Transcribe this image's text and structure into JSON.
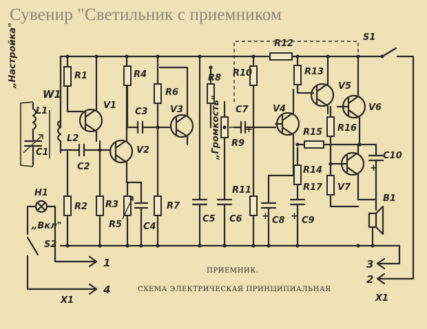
{
  "title": "Сувенир \"Светильник с приемником",
  "caption": {
    "line1": "ПРИЕМНИК.",
    "line2": "СХЕМА ЭЛЕКТРИЧЕСКАЯ ПРИНЦИПИАЛЬНАЯ"
  },
  "labels": {
    "nastroika": "„Настройка\"",
    "gromkost": "„Громкость\"",
    "vkl": "„Вкл\"",
    "W1": "W1",
    "L1": "L1",
    "C1": "C1",
    "L2": "L2",
    "C2": "C2",
    "R1": "R1",
    "V1": "V1",
    "V2": "V2",
    "R2": "R2",
    "R3": "R3",
    "R5": "R5",
    "R4": "R4",
    "C3": "C3",
    "C4": "C4",
    "R6": "R6",
    "V3": "V3",
    "R7": "R7",
    "R8": "R8",
    "C5": "C5",
    "C6": "C6",
    "C7": "C7",
    "R9": "R9",
    "R10": "R10",
    "R11": "R11",
    "R12": "R12",
    "S1": "S1",
    "V4": "V4",
    "C8": "C8",
    "C9": "C9",
    "R13": "R13",
    "R14": "R14",
    "R15": "R15",
    "R16": "R16",
    "R17": "R17",
    "V5": "V5",
    "V6": "V6",
    "V7": "V7",
    "C10": "C10",
    "B1": "B1",
    "H1": "H1",
    "S2": "S2",
    "X1_left": "X1",
    "X1_right": "X1",
    "pin1": "1",
    "pin4": "4",
    "pin3": "3",
    "pin2": "2",
    "plus": "+"
  }
}
